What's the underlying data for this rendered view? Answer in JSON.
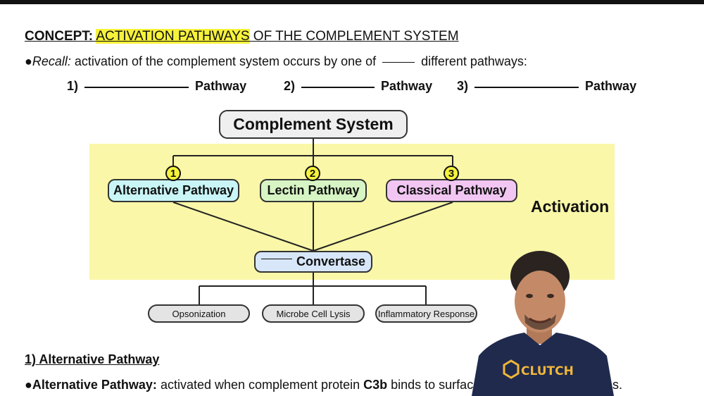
{
  "concept": {
    "prefix": "CONCEPT:",
    "highlight": "ACTIVATION PATHWAYS",
    "rest": " OF THE COMPLEMENT SYSTEM"
  },
  "recall": {
    "bullet": "●",
    "label": "Recall:",
    "text_before": " activation of the complement system occurs by one of",
    "text_after": "different pathways:"
  },
  "pathway_blanks": [
    {
      "number": "1)",
      "word": "Pathway"
    },
    {
      "number": "2)",
      "word": "Pathway"
    },
    {
      "number": "3)",
      "word": "Pathway"
    }
  ],
  "diagram": {
    "root": "Complement System",
    "pathways": [
      {
        "num": "1",
        "label": "Alternative Pathway"
      },
      {
        "num": "2",
        "label": "Lectin Pathway"
      },
      {
        "num": "3",
        "label": "Classical Pathway"
      }
    ],
    "convertase": "Convertase",
    "activation_label": "Activation",
    "outcomes": [
      "Opsonization",
      "Microbe Cell Lysis",
      "Inflammatory Response"
    ]
  },
  "section": {
    "heading": "1) Alternative Pathway",
    "bullet": "●",
    "term": "Alternative Pathway:",
    "text_before": " activated when complement protein ",
    "protein": "C3b",
    "text_after": " binds to surface m",
    "tail": "es."
  },
  "presenter": {
    "shirt_logo": "CLUTCH"
  },
  "colors": {
    "highlight": "#f6f23a",
    "activation_bg": "#faf7a8",
    "alternative": "#c9f5f6",
    "lectin": "#d7f5c4",
    "classical": "#f2c6f2",
    "convertase": "#d7e7f9",
    "outcome": "#e4e4e4"
  }
}
